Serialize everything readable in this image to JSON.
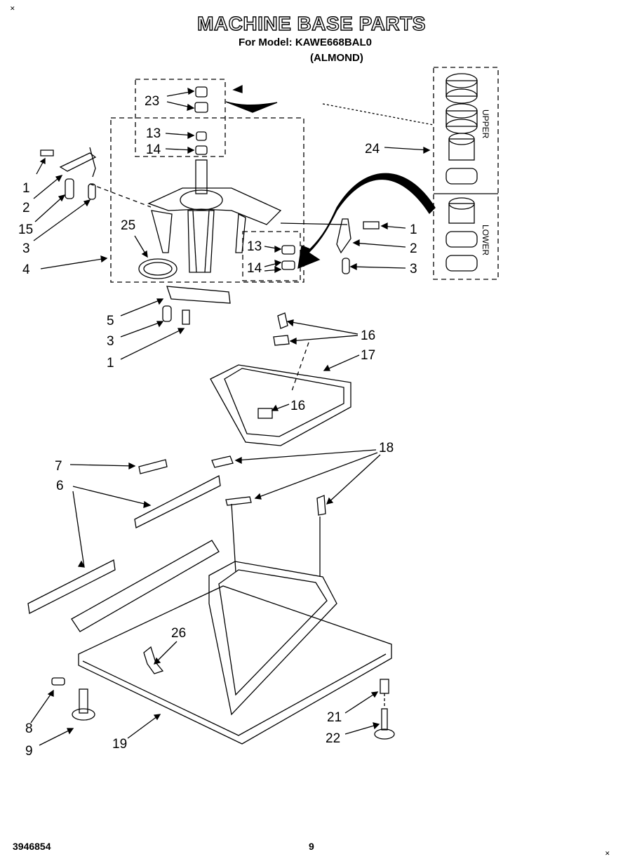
{
  "page": {
    "title": "MACHINE BASE PARTS",
    "model_line": "For Model: KAWE668BAL0",
    "color": "(ALMOND)",
    "doc_number": "3946854",
    "page_number": "9"
  },
  "labels": {
    "l23": "23",
    "l13a": "13",
    "l14a": "14",
    "l24": "24",
    "l1a": "1",
    "l2a": "2",
    "l15": "15",
    "l3a": "3",
    "l25": "25",
    "l4": "4",
    "l13b": "13",
    "l14b": "14",
    "l1b": "1",
    "l2b": "2",
    "l3b": "3",
    "l5": "5",
    "l3c": "3",
    "l1c": "1",
    "l16a": "16",
    "l17": "17",
    "l16b": "16",
    "l7": "7",
    "l18": "18",
    "l6": "6",
    "l26": "26",
    "l8": "8",
    "l9": "9",
    "l19": "19",
    "l21": "21",
    "l22": "22"
  },
  "inset": {
    "upper": "UPPER",
    "lower": "LOWER"
  }
}
